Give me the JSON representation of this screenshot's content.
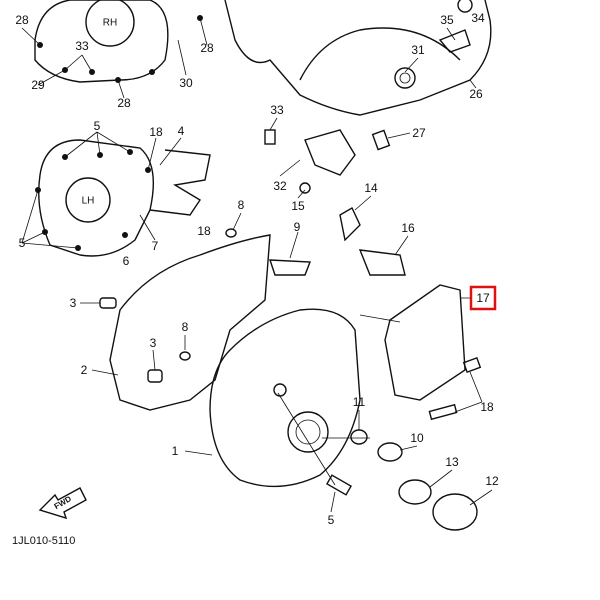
{
  "diagram": {
    "code": "1JL010-5110",
    "cover_marks": {
      "right": "RH",
      "left": "LH"
    },
    "fwd_arrow": "FWD",
    "highlight_color": "#e01010",
    "highlighted_part": "17",
    "callouts": [
      "28",
      "33",
      "28",
      "29",
      "28",
      "30",
      "31",
      "35",
      "34",
      "26",
      "33",
      "27",
      "5",
      "18",
      "4",
      "32",
      "5",
      "7",
      "18",
      "6",
      "8",
      "15",
      "14",
      "9",
      "16",
      "3",
      "8",
      "17",
      "2",
      "3",
      "18",
      "11",
      "10",
      "1",
      "13",
      "12",
      "5"
    ]
  }
}
